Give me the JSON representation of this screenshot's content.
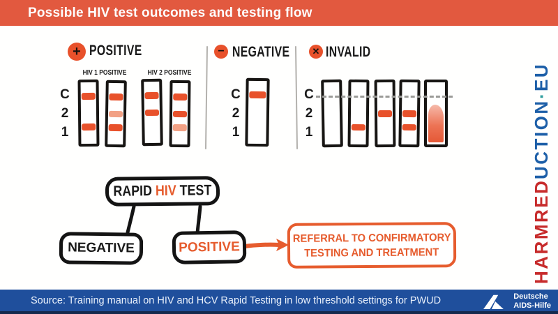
{
  "title_bar": {
    "title": "Possible HIV test outcomes and testing flow"
  },
  "outcomes": {
    "positive": {
      "label": "POSITIVE",
      "symbol": "+",
      "sub_labels": [
        "HIV 1 POSITIVE",
        "HIV 2 POSITIVE"
      ],
      "row_labels": [
        "C",
        "2",
        "1"
      ]
    },
    "negative": {
      "label": "NEGATIVE",
      "symbol": "−",
      "row_labels": [
        "C",
        "2",
        "1"
      ]
    },
    "invalid": {
      "label": "INVALID",
      "symbol": "✕",
      "row_labels": [
        "C",
        "2",
        "1"
      ]
    }
  },
  "strips": {
    "hiv1": [
      [
        "C",
        "1"
      ],
      [
        "C",
        "2f",
        "1"
      ]
    ],
    "hiv2": [
      [
        "C",
        "2"
      ],
      [
        "C",
        "2",
        "1f"
      ]
    ],
    "negative": [
      [
        "C"
      ]
    ],
    "invalid": [
      [],
      [
        "1"
      ],
      [
        "2"
      ],
      [
        "2",
        "1"
      ],
      [
        "smudge"
      ]
    ]
  },
  "flow": {
    "root_pre": "RAPID",
    "root_hiv": "HIV",
    "root_post": "TEST",
    "negative": "NEGATIVE",
    "positive": "POSITIVE",
    "referral_line1": "REFERRAL TO CONFIRMATORY",
    "referral_line2": "TESTING AND TREATMENT"
  },
  "brand": {
    "harm": "HARM",
    "red": "RED",
    "uction": "UCTION",
    "separator": "·",
    "eu": "EU"
  },
  "footer": {
    "source": "Source: Training manual on HIV and HCV Rapid Testing in low threshold settings for PWUD",
    "logo_line1": "Deutsche",
    "logo_line2": "AIDS-Hilfe"
  },
  "colors": {
    "banner": "#e2593f",
    "band": "#e8512b",
    "band_faint": "#f2a185",
    "accent": "#e65c2e",
    "footer_bg": "#1f4f9c",
    "brand_red": "#c72b2b",
    "brand_blue": "#1d5fa8",
    "brand_dot": "#2f9e9e"
  }
}
